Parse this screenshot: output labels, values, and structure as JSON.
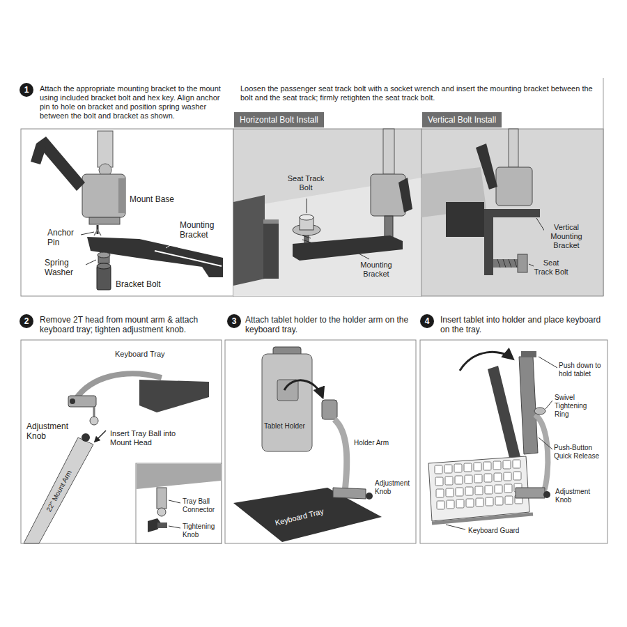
{
  "diagram": {
    "nodes": [
      {
        "text": [
          "1"
        ]
      },
      {
        "text": [
          "Horizontal Bolt Install"
        ]
      },
      {
        "text": [
          "Vertical Bolt Install"
        ]
      },
      {
        "text": [
          "2"
        ]
      },
      {
        "text": [
          "3"
        ]
      },
      {
        "text": [
          "4"
        ]
      }
    ],
    "labels": [
      "Attach the appropriate mounting bracket to the mount using included bracket bolt and hex key. Align anchor pin to hole on bracket and position spring washer between the bolt and bracket as shown.",
      "Loosen the passenger seat track bolt with a socket wrench and insert the mounting bracket between the bolt and the seat track; firmly retighten the seat track bolt.",
      "Mount Base",
      "Anchor Pin",
      "Mounting Bracket",
      "Spring Washer",
      "Bracket Bolt",
      "Seat Track Bolt",
      "Mounting Bracket",
      "Vertical Mounting Bracket",
      "Seat Track Bolt",
      "Remove 2T head from mount arm & attach keyboard tray; tighten adjustment knob.",
      "Keyboard Tray",
      "Adjustment Knob",
      "Insert Tray Ball into Mount Head",
      "22\" Mount Arm",
      "Tray Ball Connector",
      "Tightening Knob",
      "Attach tablet holder to the holder arm on the keyboard tray.",
      "Tablet Holder",
      "Holder Arm",
      "Adjustment Knob",
      "Keyboard Tray",
      "Insert tablet into holder and place keyboard on the tray.",
      "Push down to hold tablet",
      "Swivel Tightening Ring",
      "Push-Button Quick Release",
      "Adjustment Knob",
      "Keyboard Guard"
    ]
  }
}
